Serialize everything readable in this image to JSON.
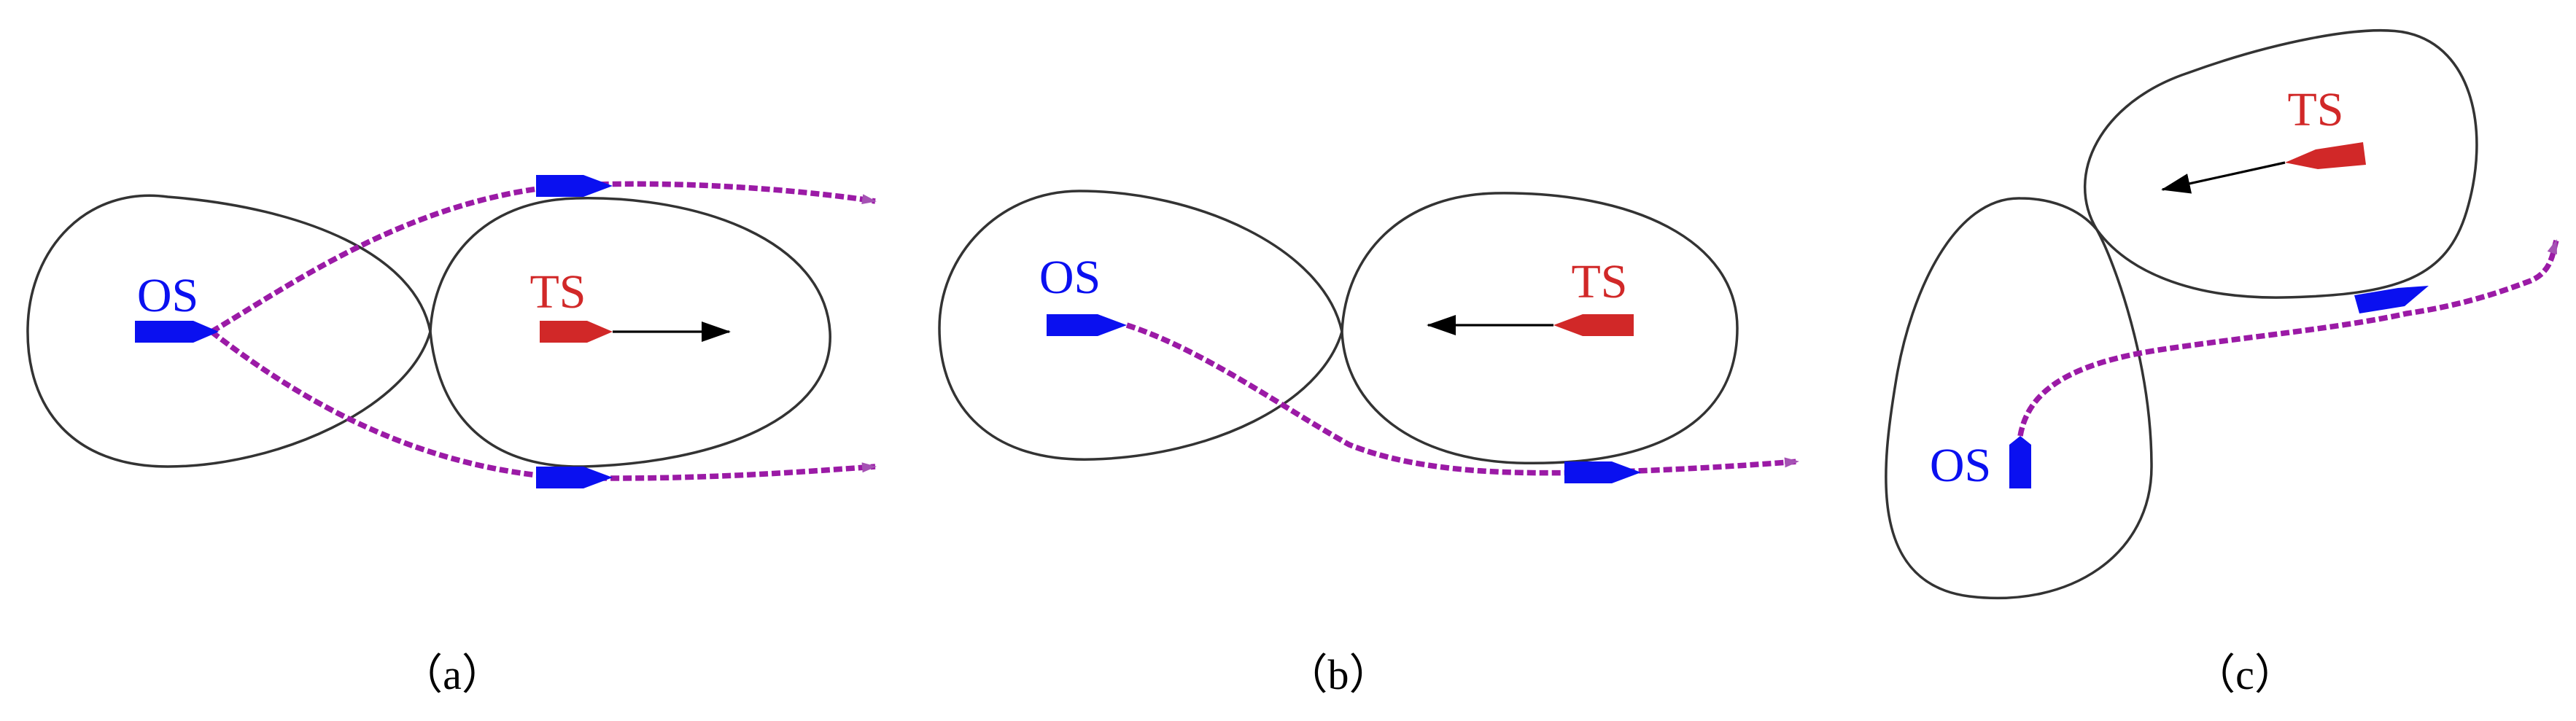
{
  "colors": {
    "own_ship": "#0a10f0",
    "target_ship": "#d12828",
    "path": "#9b1aa6",
    "path_arrow": "#a552b4",
    "domain_outline": "#333333",
    "velocity_arrow": "#000000"
  },
  "panels": [
    {
      "id": "a",
      "caption": "（a）",
      "own_label": "OS",
      "target_label": "TS"
    },
    {
      "id": "b",
      "caption": "（b）",
      "own_label": "OS",
      "target_label": "TS"
    },
    {
      "id": "c",
      "caption": "（c）",
      "own_label": "OS",
      "target_label": "TS"
    }
  ]
}
